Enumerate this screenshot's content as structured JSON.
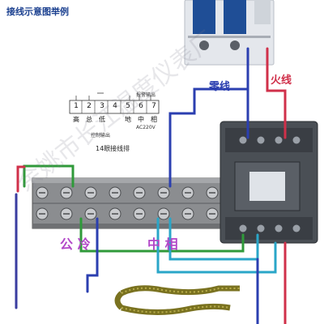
{
  "title": "接线示意图举例",
  "labels": {
    "neutral": "零线",
    "live": "火线",
    "terminal_strip": "14眼接线排",
    "pin_numbers": [
      "1",
      "2",
      "3",
      "4",
      "5",
      "6",
      "7"
    ],
    "pin_names": [
      "高",
      "总",
      "低",
      "",
      "地",
      "中",
      "相"
    ],
    "alarm_out": "报警输出",
    "control_out": "控制输出",
    "voltage": "AC220V",
    "bottom_left": "公 冷",
    "bottom_right": "中 相"
  },
  "watermark": "余姚市长江温度仪表厂",
  "colors": {
    "neutral_wire": "#2b3fb0",
    "live_wire": "#d0304a",
    "green_wire": "#2f9a3a",
    "cyan_wire": "#2aa6c8",
    "contactor": "#4a4f55",
    "breaker": "#dfe3e8"
  }
}
